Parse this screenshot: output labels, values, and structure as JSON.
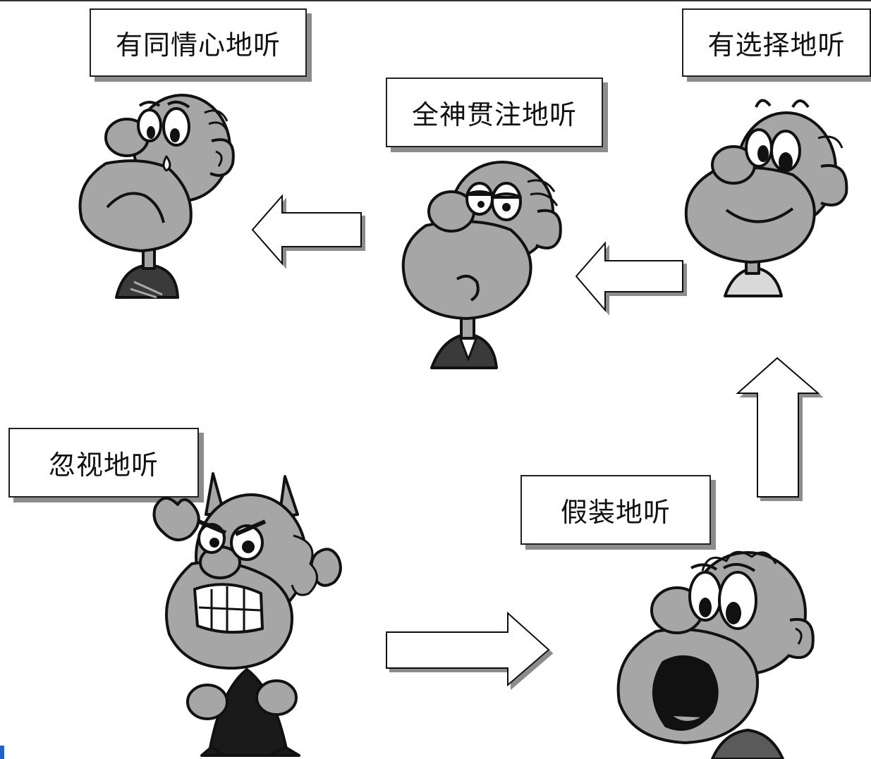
{
  "labels": {
    "empathic": "有同情心地听",
    "attentive": "全神贯注地听",
    "selective": "有选择地听",
    "ignoring": "忽视地听",
    "pretending": "假装地听"
  },
  "colors": {
    "skin": "#a6a6a6",
    "outline": "#111111",
    "shadow": "#8c8c8c"
  }
}
